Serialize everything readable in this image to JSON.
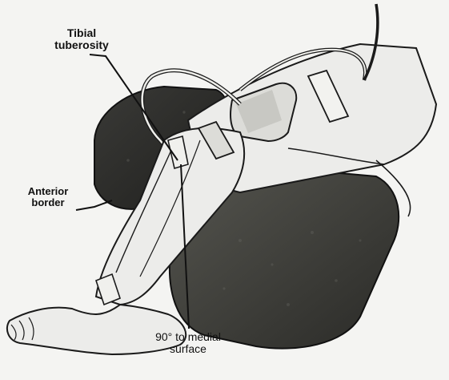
{
  "labels": {
    "tibial_tuberosity": [
      "Tibial",
      "tuberosity"
    ],
    "anterior_border": [
      "Anterior",
      "border"
    ],
    "angle_note": [
      "90° to medial",
      "surface"
    ]
  },
  "colors": {
    "background": "#f4f4f2",
    "pillow_dark": "#2c2c2a",
    "pillow_mid": "#4a4a46",
    "skin": "#e9e9e6",
    "outline": "#1a1a1a"
  }
}
